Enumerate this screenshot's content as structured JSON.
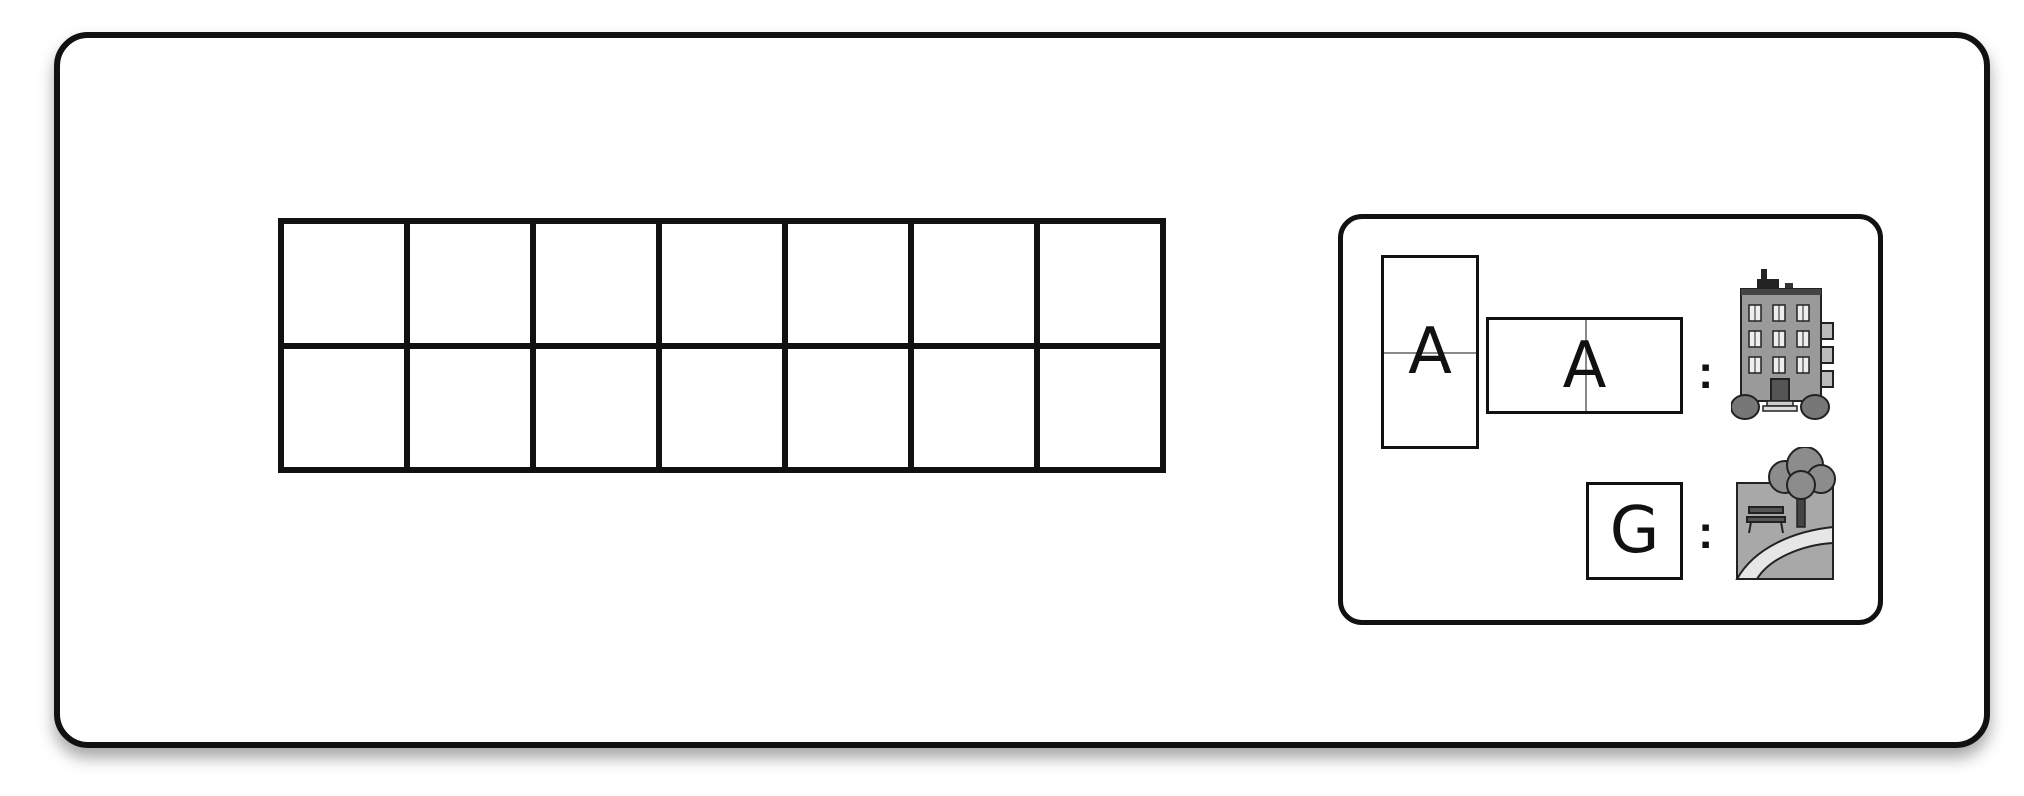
{
  "board": {
    "rows": 2,
    "columns": 7,
    "cells": [
      [
        "",
        "",
        "",
        "",
        "",
        "",
        ""
      ],
      [
        "",
        "",
        "",
        "",
        "",
        "",
        ""
      ]
    ]
  },
  "legend": {
    "entries": [
      {
        "tiles": [
          {
            "letter": "A",
            "orientation": "vertical"
          },
          {
            "letter": "A",
            "orientation": "horizontal"
          }
        ],
        "separator": ":",
        "icon": "apartment-building-icon"
      },
      {
        "tiles": [
          {
            "letter": "G",
            "orientation": "square"
          }
        ],
        "separator": ":",
        "icon": "park-bench-tree-icon"
      }
    ]
  },
  "colors": {
    "stroke": "#111111",
    "background": "#ffffff",
    "tile_guide": "#8a8a8a"
  }
}
